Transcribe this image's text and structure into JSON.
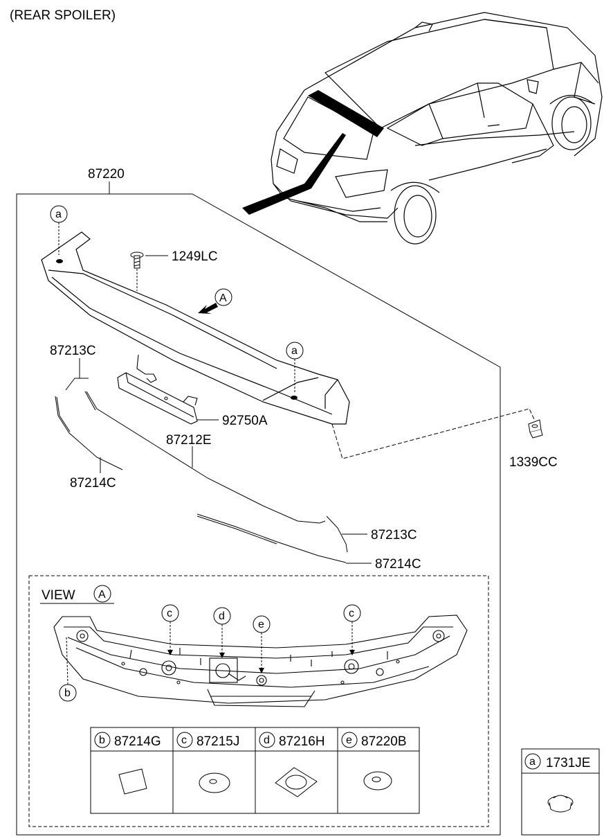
{
  "title": "(REAR SPOILER)",
  "parts": {
    "assembly": "87220",
    "screw": "1249LC",
    "lamp": "92750A",
    "molding_left_upper": "87213C",
    "molding_right_upper": "87213C",
    "molding_main": "87212E",
    "strip_left": "87214C",
    "strip_right": "87214C",
    "clip_nut": "1339CC"
  },
  "view_ref": "A",
  "view": {
    "title": "VIEW",
    "ref": "A"
  },
  "callouts": [
    "a",
    "b",
    "c",
    "d",
    "e"
  ],
  "legend": [
    {
      "code": "b",
      "part": "87214G"
    },
    {
      "code": "c",
      "part": "87215J"
    },
    {
      "code": "d",
      "part": "87216H"
    },
    {
      "code": "e",
      "part": "87220B"
    }
  ],
  "side_legend": {
    "code": "a",
    "part": "1731JE"
  }
}
